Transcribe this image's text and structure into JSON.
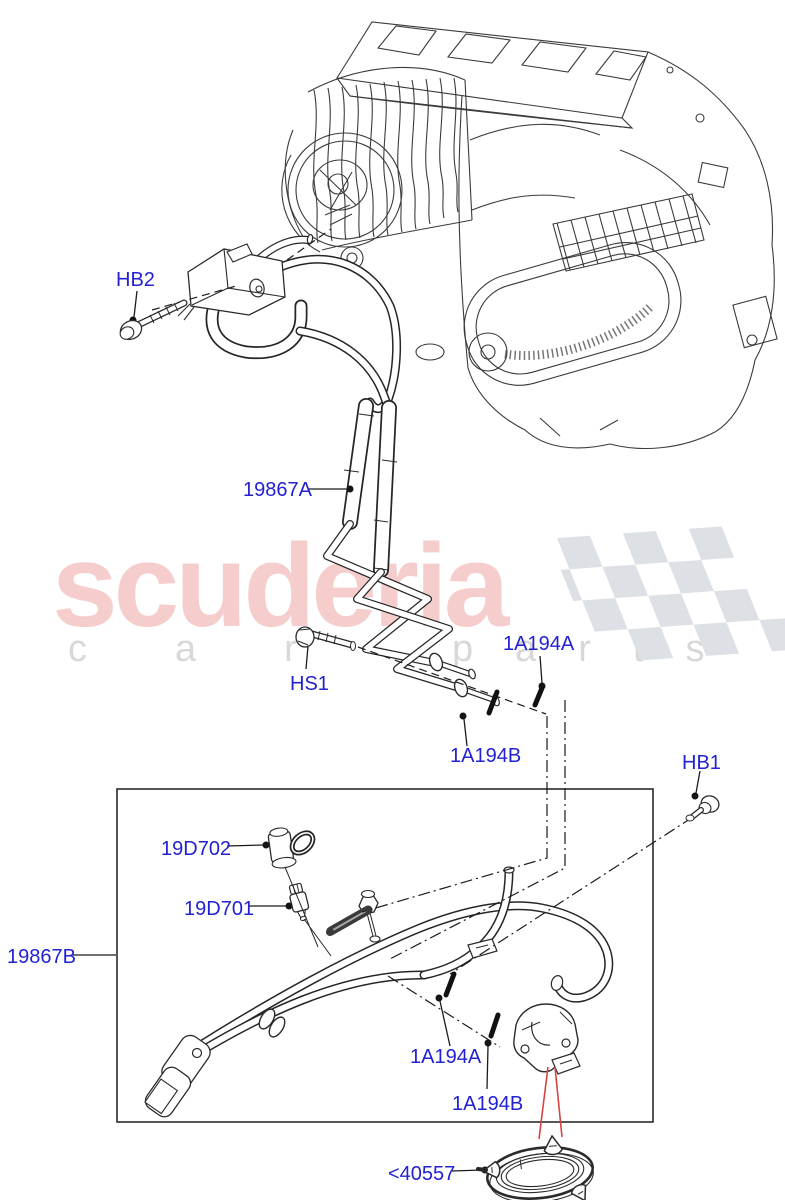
{
  "theme": {
    "label_color": "#2222d2",
    "line_color": "#2b2b2b",
    "arrow_color": "#d64545",
    "watermark_brand_color": "#f6cdcd",
    "watermark_gray": "#d8d8d8",
    "flag_gray": "#dde0e5",
    "background": "#ffffff"
  },
  "watermark": {
    "brand": "scuderia",
    "word_left": "car",
    "word_right": "parts"
  },
  "diagram": {
    "labels": [
      {
        "id": "HB2",
        "text": "HB2"
      },
      {
        "id": "19867A",
        "text": "19867A"
      },
      {
        "id": "HS1",
        "text": "HS1"
      },
      {
        "id": "1A194A-upper",
        "text": "1A194A"
      },
      {
        "id": "1A194B-upper",
        "text": "1A194B"
      },
      {
        "id": "HB1",
        "text": "HB1"
      },
      {
        "id": "19D702",
        "text": "19D702"
      },
      {
        "id": "19D701",
        "text": "19D701"
      },
      {
        "id": "19867B",
        "text": "19867B"
      },
      {
        "id": "1A194A-lower",
        "text": "1A194A"
      },
      {
        "id": "1A194B-lower",
        "text": "1A194B"
      },
      {
        "id": "40557",
        "text": "<40557"
      }
    ]
  }
}
